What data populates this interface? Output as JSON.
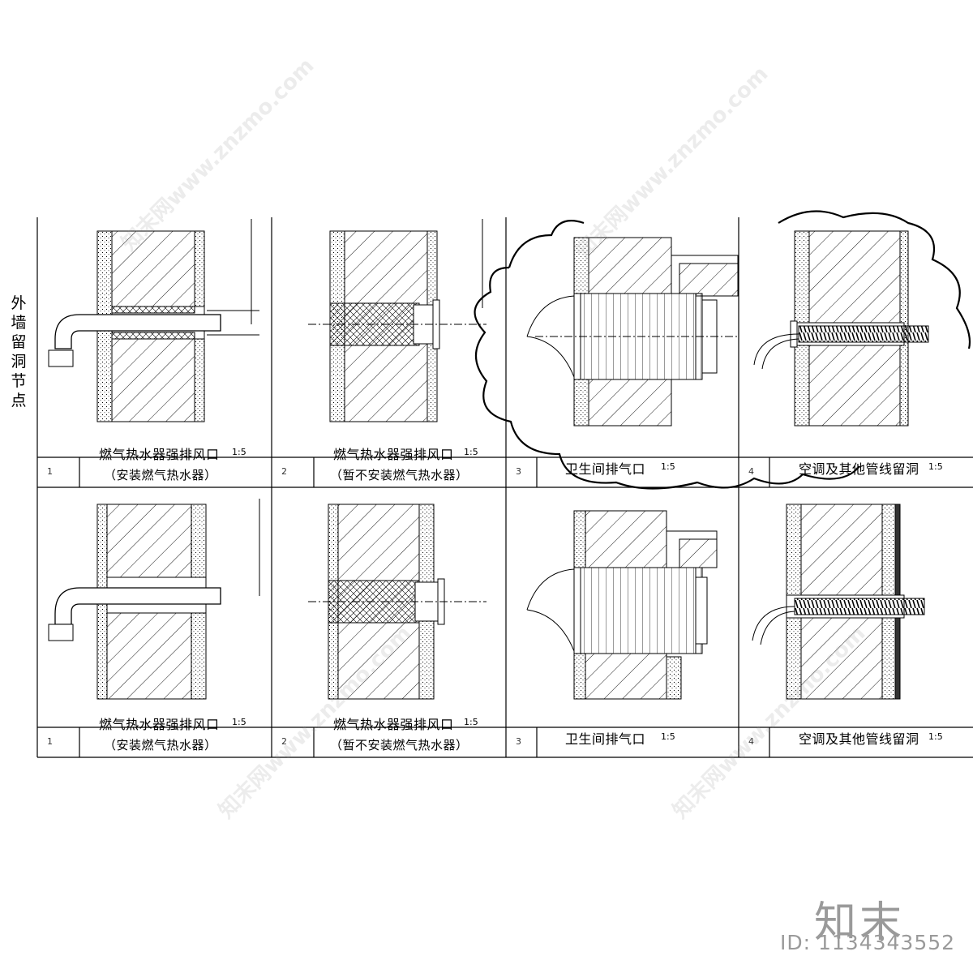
{
  "vertical_title": [
    "外",
    "墙",
    "留",
    "洞",
    "节",
    "点"
  ],
  "panels": [
    {
      "title": "燃气热水器强排风口",
      "scale": "1:5",
      "subtitle": "（安装燃气热水器）",
      "number": "1"
    },
    {
      "title": "燃气热水器强排风口",
      "scale": "1:5",
      "subtitle": "（暂不安装燃气热水器）",
      "number": "2"
    },
    {
      "title": "卫生间排气口",
      "scale": "1:5",
      "subtitle": "",
      "number": "3"
    },
    {
      "title": "空调及其他管线留洞",
      "scale": "1:5",
      "subtitle": "",
      "number": "4"
    },
    {
      "title": "燃气热水器强排风口",
      "scale": "1:5",
      "subtitle": "（安装燃气热水器）",
      "number": "1"
    },
    {
      "title": "燃气热水器强排风口",
      "scale": "1:5",
      "subtitle": "（暂不安装燃气热水器）",
      "number": "2"
    },
    {
      "title": "卫生间排气口",
      "scale": "1:5",
      "subtitle": "",
      "number": "3"
    },
    {
      "title": "空调及其他管线留洞",
      "scale": "1:5",
      "subtitle": "",
      "number": "4"
    }
  ],
  "watermark": {
    "logo": "知末",
    "id_text": "ID: 1134343552",
    "diagonal_text": "知末网www.znzmo.com",
    "color": "#9a9a9a"
  }
}
